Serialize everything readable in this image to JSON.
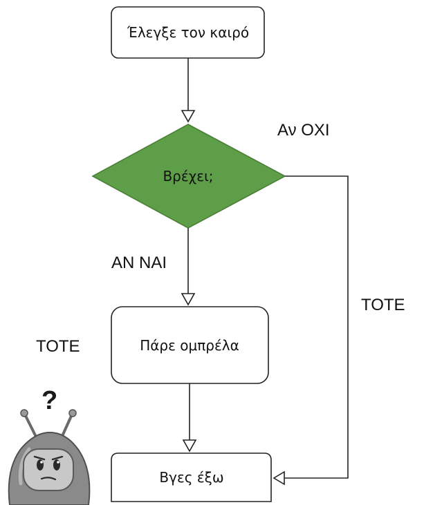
{
  "colors": {
    "decision_fill": "#5e9e48",
    "decision_stroke": "#4a7f38",
    "line": "#222222",
    "robot_body": "#8a8a8a",
    "robot_screen": "#c8c8c8"
  },
  "nodes": {
    "start": "Έλεγξε τον καιρό",
    "decision": "Βρέχει;",
    "action": "Πάρε ομπρέλα",
    "end": "Βγες έξω"
  },
  "edge_labels": {
    "no": "Αν ΟΧΙ",
    "yes": "ΑΝ ΝΑΙ",
    "then_right": "ΤΟΤΕ",
    "then_left": "ΤΟΤΕ"
  },
  "icons": {
    "robot": "confused-robot-icon",
    "question": "question-mark-icon"
  }
}
